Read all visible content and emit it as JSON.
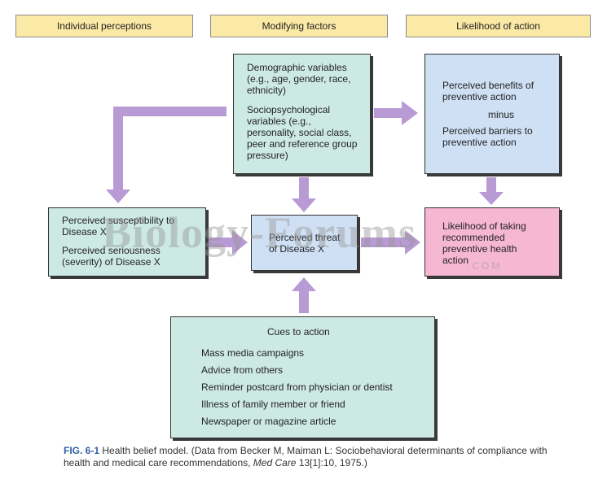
{
  "headers": {
    "individual": "Individual perceptions",
    "modifying": "Modifying factors",
    "likelihood": "Likelihood of action"
  },
  "modifying_box": {
    "demographic": "Demographic variables (e.g., age, gender, race, ethnicity)",
    "sociopsych": "Sociopsychological variables (e.g., personality, social class, peer and reference group pressure)"
  },
  "benefits_box": {
    "benefits": "Perceived benefits of preventive action",
    "minus": "minus",
    "barriers": "Perceived barriers to preventive action"
  },
  "perceptions_box": {
    "susceptibility": "Perceived susceptibility to Disease X",
    "seriousness": "Perceived seriousness (severity) of Disease X"
  },
  "threat_box": {
    "threat": "Perceived threat of Disease X"
  },
  "likelihood_box": {
    "text": "Likelihood of taking recommended preventive health action"
  },
  "cues_box": {
    "title": "Cues to action",
    "items": [
      "Mass media campaigns",
      "Advice from others",
      "Reminder postcard from physician or dentist",
      "Illness of family member or friend",
      "Newspaper or magazine article"
    ]
  },
  "caption": {
    "label": "FIG. 6-1",
    "text_before": " Health belief model. (Data from Becker M, Maiman L: Sociobehavioral determinants of compliance with health and medical care recommendations, ",
    "journal": "Med Care",
    "text_after": " 13[1]:10, 1975.)"
  },
  "watermark": {
    "main": "Biology-Forums",
    "sub": ".COM"
  },
  "colors": {
    "header": "#fbe9a6",
    "teal": "#cde9e4",
    "blue": "#cfe0f5",
    "pink": "#f6b7d3",
    "arrow": "#b89ad4",
    "caption_label": "#2f5fa8"
  }
}
